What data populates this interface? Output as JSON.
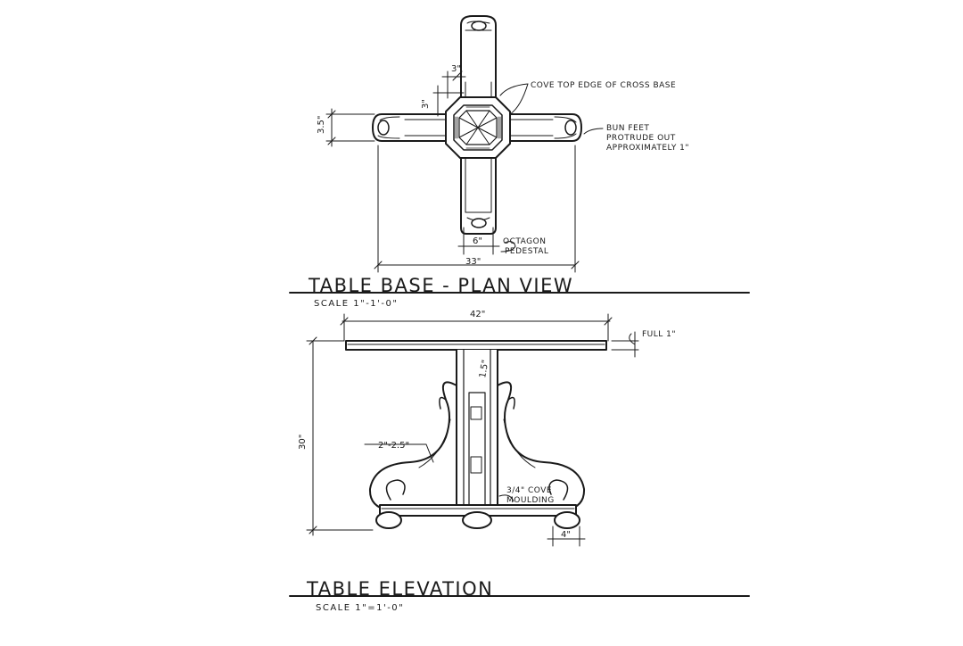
{
  "plan_view": {
    "title": "TABLE BASE - PLAN VIEW",
    "scale": "SCALE 1\"-1'-0\"",
    "dims": {
      "overall_width": "33\"",
      "arm_width": "3.5\"",
      "pedestal": "6\"",
      "offset_3a": "3\"",
      "offset_3b": "3\""
    },
    "notes": {
      "cove_edge": "COVE TOP EDGE OF CROSS BASE",
      "bun_feet_1": "BUN FEET",
      "bun_feet_2": "PROTRUDE OUT",
      "bun_feet_3": "APPROXIMATELY 1\"",
      "octagon_1": "OCTAGON",
      "octagon_2": "PEDESTAL"
    }
  },
  "elevation": {
    "title": "TABLE ELEVATION",
    "scale": "SCALE 1\"=1'-0\"",
    "dims": {
      "top_width": "42\"",
      "height": "30\"",
      "column": "1.5\"",
      "scroll": "2\"-2.5\"",
      "foot": "4\""
    },
    "notes": {
      "full": "FULL 1\"",
      "cove_1": "3/4\" COVE",
      "cove_2": "MOULDING"
    }
  }
}
